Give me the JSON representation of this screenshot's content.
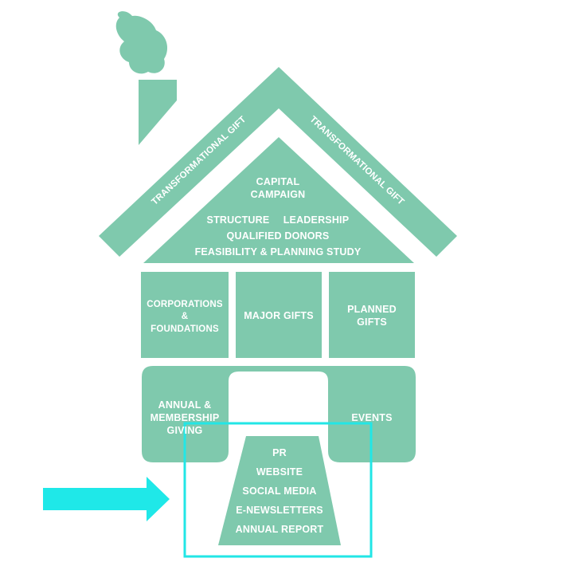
{
  "colors": {
    "house": "#7fc9ad",
    "highlight": "#22e6e6",
    "arrow": "#1fe8e8",
    "text": "#ffffff",
    "background": "#ffffff"
  },
  "roof": {
    "left_label": "TRANSFORMATIONAL GIFT",
    "right_label": "TRANSFORMATIONAL GIFT"
  },
  "attic": {
    "title_line1": "CAPITAL",
    "title_line2": "CAMPAIGN",
    "structure": "STRUCTURE",
    "leadership": "LEADERSHIP",
    "qualified_donors": "QUALIFIED DONORS",
    "feasibility": "FEASIBILITY & PLANNING STUDY"
  },
  "middle_row": {
    "corporations_line1": "CORPORATIONS",
    "corporations_line2": "&",
    "corporations_line3": "FOUNDATIONS",
    "major_gifts": "MAJOR GIFTS",
    "planned_line1": "PLANNED",
    "planned_line2": "GIFTS"
  },
  "ground_floor": {
    "annual_line1": "ANNUAL &",
    "annual_line2": "MEMBERSHIP",
    "annual_line3": "GIVING",
    "events": "EVENTS"
  },
  "path": {
    "items": [
      "PR",
      "WEBSITE",
      "SOCIAL MEDIA",
      "E-NEWSLETTERS",
      "ANNUAL REPORT"
    ]
  },
  "icons": {
    "smoke": "smoke-cloud-icon",
    "chimney": "chimney-icon",
    "arrow": "right-arrow-icon"
  }
}
